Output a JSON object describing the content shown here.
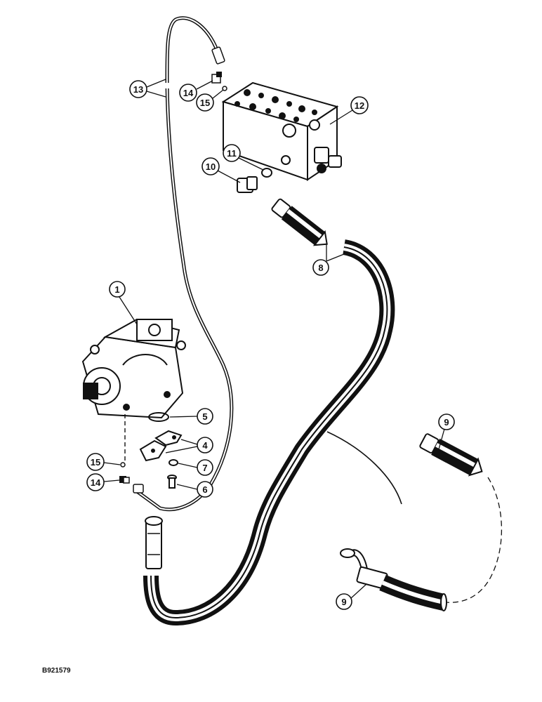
{
  "figure": {
    "reference_code": "B921579",
    "callouts": [
      {
        "id": "c1",
        "label": "1"
      },
      {
        "id": "c4",
        "label": "4"
      },
      {
        "id": "c5",
        "label": "5"
      },
      {
        "id": "c6",
        "label": "6"
      },
      {
        "id": "c7",
        "label": "7"
      },
      {
        "id": "c8",
        "label": "8"
      },
      {
        "id": "c9a",
        "label": "9"
      },
      {
        "id": "c9b",
        "label": "9"
      },
      {
        "id": "c10",
        "label": "10"
      },
      {
        "id": "c11",
        "label": "11"
      },
      {
        "id": "c12",
        "label": "12"
      },
      {
        "id": "c13",
        "label": "13"
      },
      {
        "id": "c14a",
        "label": "14"
      },
      {
        "id": "c14b",
        "label": "14"
      },
      {
        "id": "c15a",
        "label": "15"
      },
      {
        "id": "c15b",
        "label": "15"
      }
    ]
  }
}
